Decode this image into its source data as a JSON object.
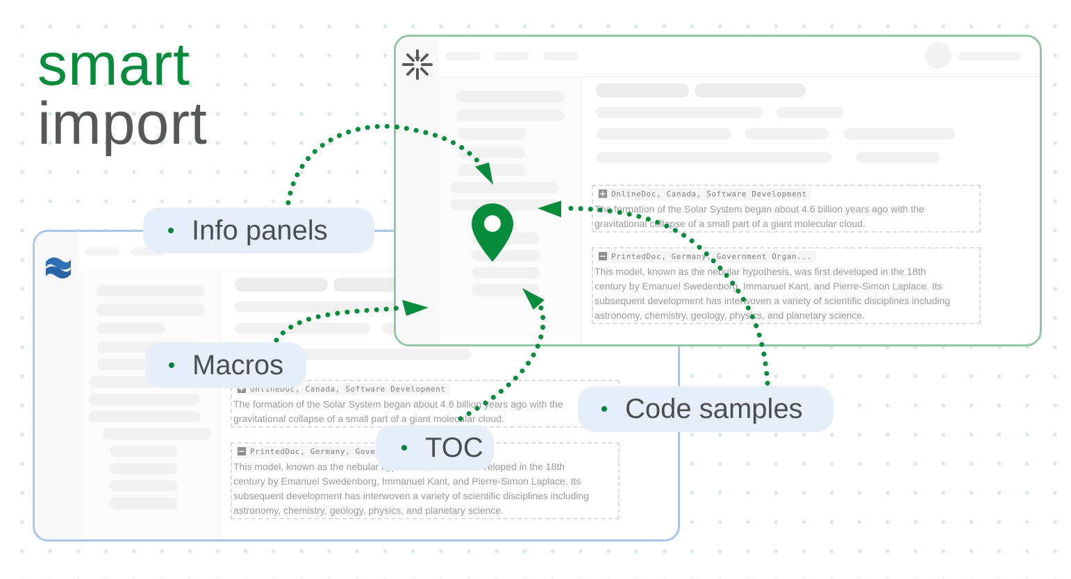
{
  "headline": {
    "line1": "smart",
    "line2": "import"
  },
  "colors": {
    "green": "#078c3c",
    "gray_text": "#555759",
    "pill_bg": "#e6eef9",
    "confluence_blue": "#2f6fb3",
    "window_a_border": "#a9c6e6",
    "window_b_border": "#92c7a5"
  },
  "icons": {
    "window_a_logo": "confluence-logo-icon",
    "window_b_logo": "asterisk-arrows-logo-icon",
    "pin": "location-pin-icon"
  },
  "code_blocks": {
    "block1": {
      "toggle": "+",
      "header": "OnlineDoc, Canada, Software Development",
      "text_line1": "The formation of the Solar System began about 4.6 billion years ago with the",
      "text_line2": "gravitational collapse of a small part of a giant molecular cloud."
    },
    "block2": {
      "toggle": "−",
      "header": "PrintedDoc, Germany, Government Organ...",
      "text_line1": "This model, known as the nebular hypothesis, was first developed in the 18th",
      "text_line2": "century by Emanuel Swedenborg, Immanuel Kant, and Pierre-Simon Laplace. Its",
      "text_line3": "subsequent development has interwoven a variety of scientific disciplines including",
      "text_line4": "astronomy, chemistry, geology, physics, and planetary science."
    }
  },
  "labels": {
    "info_panels": "Info panels",
    "macros": "Macros",
    "toc": "TOC",
    "code_samples": "Code samples"
  }
}
